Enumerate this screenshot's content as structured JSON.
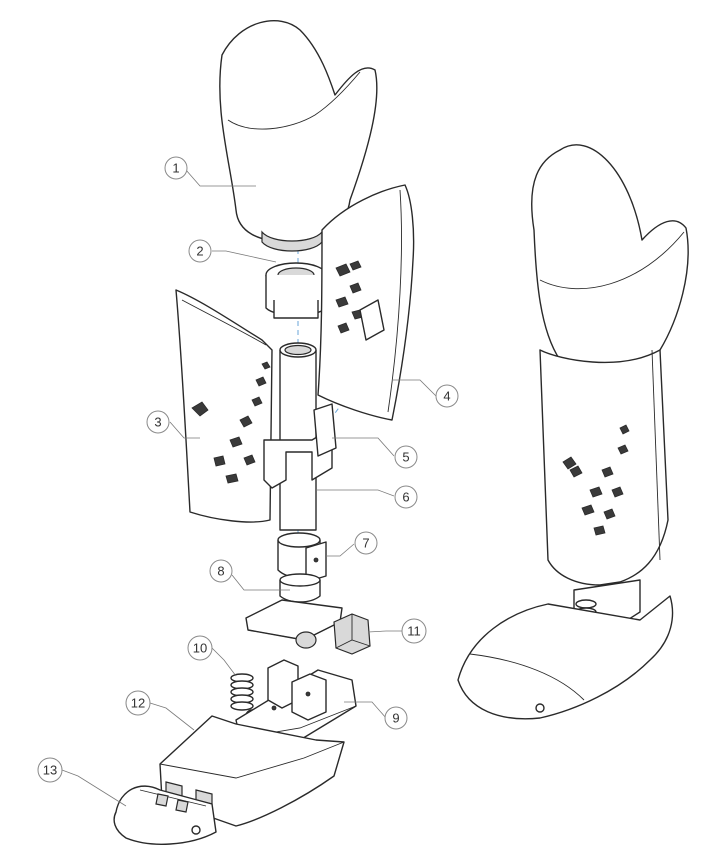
{
  "callouts": [
    {
      "id": "1",
      "label": "1"
    },
    {
      "id": "2",
      "label": "2"
    },
    {
      "id": "3",
      "label": "3"
    },
    {
      "id": "4",
      "label": "4"
    },
    {
      "id": "5",
      "label": "5"
    },
    {
      "id": "6",
      "label": "6"
    },
    {
      "id": "7",
      "label": "7"
    },
    {
      "id": "8",
      "label": "8"
    },
    {
      "id": "9",
      "label": "9"
    },
    {
      "id": "10",
      "label": "10"
    },
    {
      "id": "11",
      "label": "11"
    },
    {
      "id": "12",
      "label": "12"
    },
    {
      "id": "13",
      "label": "13"
    }
  ],
  "colors": {
    "line": "#2a2a2a",
    "axis": "#6aa6d8",
    "shade": "#d9d9d9",
    "callout": "#8a8a8a"
  }
}
